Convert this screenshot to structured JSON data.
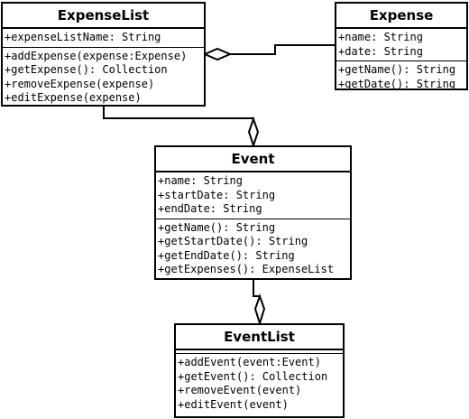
{
  "classes": {
    "expense_list": {
      "name": "ExpenseList",
      "attributes": [
        "+expenseListName: String"
      ],
      "methods": [
        "+addExpense(expense:Expense)",
        "+getExpense(): Collection",
        "+removeExpense(expense)",
        "+editExpense(expense)"
      ]
    },
    "expense": {
      "name": "Expense",
      "attributes": [
        "+name: String",
        "+date: String"
      ],
      "methods": [
        "+getName(): String",
        "+getDate(): String"
      ]
    },
    "event": {
      "name": "Event",
      "attributes": [
        "+name: String",
        "+startDate: String",
        "+endDate: String"
      ],
      "methods": [
        "+getName(): String",
        "+getStartDate(): String",
        "+getEndDate(): String",
        "+getExpenses(): ExpenseList"
      ]
    },
    "event_list": {
      "name": "EventList",
      "attributes": [],
      "methods": [
        "+addEvent(event:Event)",
        "+getEvent(): Collection",
        "+removeEvent(event)",
        "+editEvent(event)"
      ]
    }
  },
  "relations": [
    {
      "type": "aggregation",
      "whole": "ExpenseList",
      "part": "Expense"
    },
    {
      "type": "aggregation",
      "whole": "Event",
      "part": "ExpenseList"
    },
    {
      "type": "aggregation",
      "whole": "EventList",
      "part": "Event"
    }
  ]
}
